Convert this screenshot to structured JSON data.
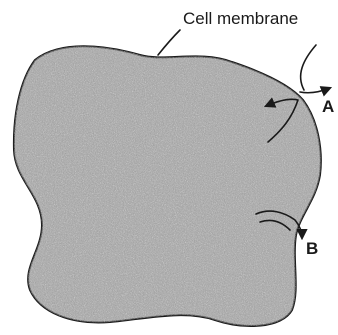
{
  "diagram": {
    "membrane_label": "Cell membrane",
    "label_a": "A",
    "label_b": "B"
  },
  "colors": {
    "ink": "#1a1a1a",
    "cell_fill": "#9a9a9a"
  }
}
